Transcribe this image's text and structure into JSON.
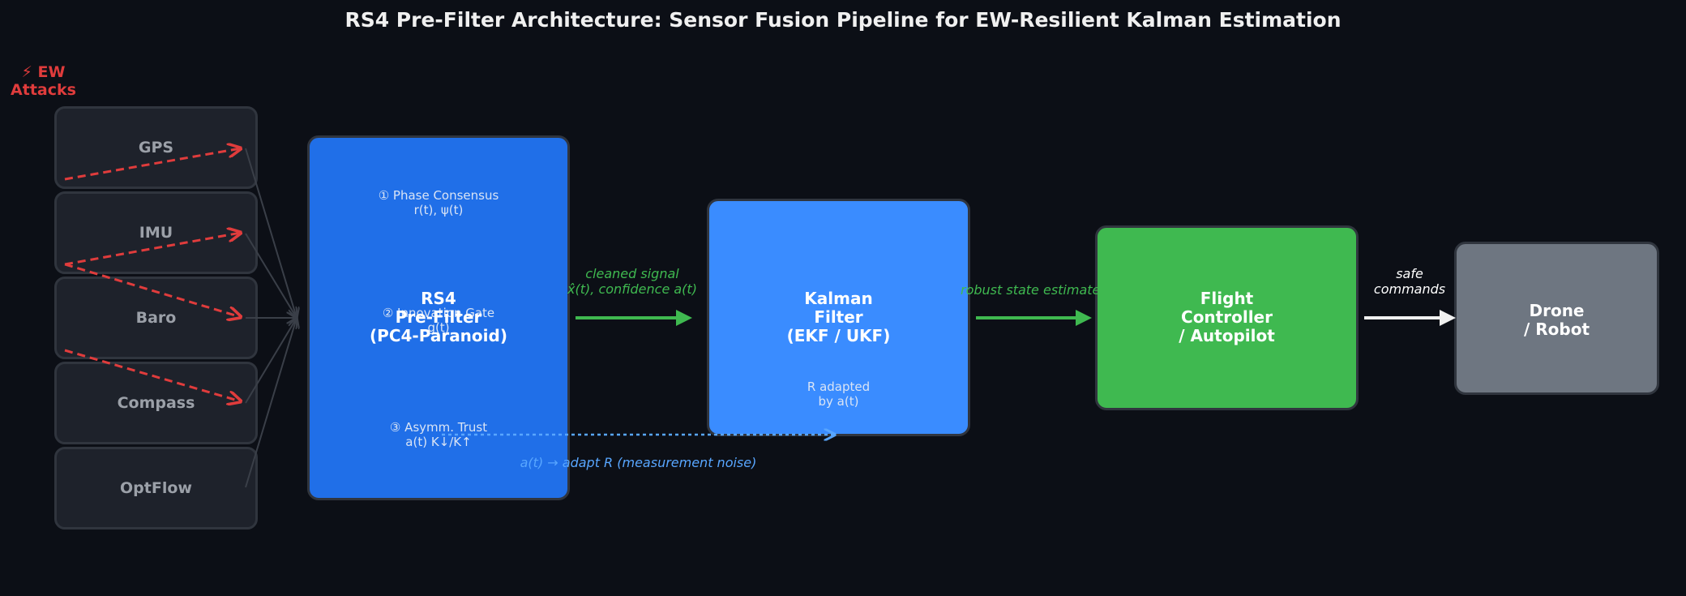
{
  "title": "RS4 Pre-Filter Architecture: Sensor Fusion Pipeline for EW-Resilient Kalman Estimation",
  "ew_label": "⚡ EW\nAttacks",
  "sensors": [
    "GPS",
    "IMU",
    "Baro",
    "Compass",
    "OptFlow"
  ],
  "rs4": {
    "title": "RS4\nPre-Filter\n(PC4-Paranoid)",
    "step1": "① Phase Consensus\nr(t), ψ(t)",
    "step2": "② Innovation Gate\ng(t)",
    "step3": "③ Asymm. Trust\na(t)  K↓/K↑"
  },
  "kalman": {
    "title": "Kalman\nFilter\n(EKF / UKF)",
    "note": "R adapted\nby a(t)"
  },
  "fc": {
    "title": "Flight\nController\n/ Autopilot"
  },
  "drone": {
    "title": "Drone\n/ Robot"
  },
  "labels": {
    "cleaned": "cleaned signal\nx̂(t), confidence a(t)",
    "robust": "robust state estimate",
    "safe": "safe\ncommands",
    "feedback": "a(t) → adapt R (measurement noise)"
  },
  "colors": {
    "attack": "#e03c3c",
    "green_arrow": "#3fb950",
    "feedback": "#58a6ff",
    "rs4": "#206fe8",
    "kalman": "#3a8cff",
    "fc": "#3fb950",
    "drone": "#6e7681"
  }
}
